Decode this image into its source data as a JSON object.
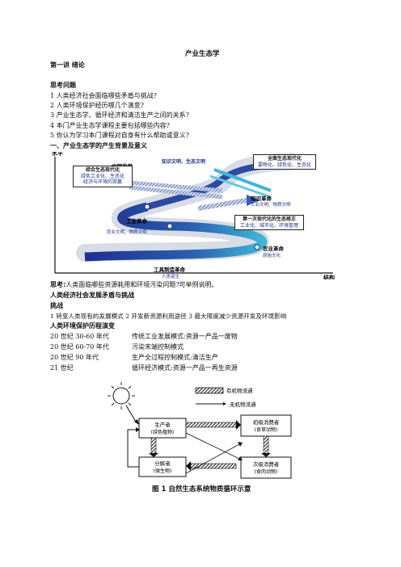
{
  "doc": {
    "title": "产业生态学",
    "lecture": "第一讲   绪论",
    "questions_heading": "思考问题",
    "questions": [
      "1 人类经济社会面临哪些矛盾与挑战?",
      "2 人类环境保护经历哪几个演变?",
      "3 产业生态学、循环经济和清洁生产之间的关系?",
      "4 本门产业生态学课程主要包括哪些内容?",
      "5 你认为学习本门课程对自身有什么帮助或意义?"
    ],
    "section1": "一、产业生态学的产生背景及意义",
    "think_label": "思考:",
    "think_text": "人类面临哪些资源耗用和环境污染问题?可举例说明。",
    "challenge_heading": "人类经济社会发展矛盾与挑战",
    "challenge_label": "挑战",
    "challenge_text": "1 转变人类现有的发展模式 2 开发新资源利用途径 3 最大限度减少资源开发及环境影响",
    "env_heading": "人类环境保护历程演变",
    "timeline": [
      {
        "period": "20 世纪 30-60 年代",
        "desc": "传统工业发展模式:资源一产品一废物"
      },
      {
        "period": "20 世纪 60-70 年代",
        "desc": "污染末端控制模式"
      },
      {
        "period": "20 世纪 90 年代",
        "desc": "生产全过程控制模式:清洁生产"
      },
      {
        "period": "21 世纪",
        "desc": "循环经济模式:资源一产品一再生资源"
      }
    ]
  },
  "diagram1": {
    "y_axis": "水平",
    "x_axis": "结构",
    "labels": {
      "civ": "文明发展",
      "know": "知识文明、生态文明",
      "eco_mod": "综合生态现代化",
      "eco_mod_sub1": "绿色工业化、生态化",
      "eco_mod_sub2": "经济与环境的双赢",
      "full_eco": "全面生态现代化",
      "full_eco_sub": "要物化、绿色化、生态化",
      "know_rev": "知识革命",
      "know_rev_sub": "工业文明、物质文明",
      "first_mod": "第一次现代化的生态修正",
      "first_mod_sub": "工业化、城市化、环境管理",
      "ind_rev": "工业革命",
      "agri_civ": "农业文明、物质文明",
      "agri_rev": "农业革命",
      "agri_rev_sub": "原始文化",
      "tool_rev": "工具制造革命",
      "tool_rev_sub": "人类诞生"
    }
  },
  "diagram2": {
    "legend_organic": "有机物流通",
    "legend_inorganic": "无机物流通",
    "producer": "生产者",
    "producer_sub": "(绿色植物)",
    "primary": "初级消费者",
    "primary_sub": "(食草动物)",
    "decomposer": "分解者",
    "decomposer_sub": "(微生物)",
    "secondary": "次级消费者",
    "secondary_sub": "(食肉动物)",
    "caption": "图 1   自然生态系统物质循环示意"
  },
  "colors": {
    "navy": "#1f2f8c",
    "cyan": "#3fb6d6",
    "stripe": "#7a8bc4"
  }
}
